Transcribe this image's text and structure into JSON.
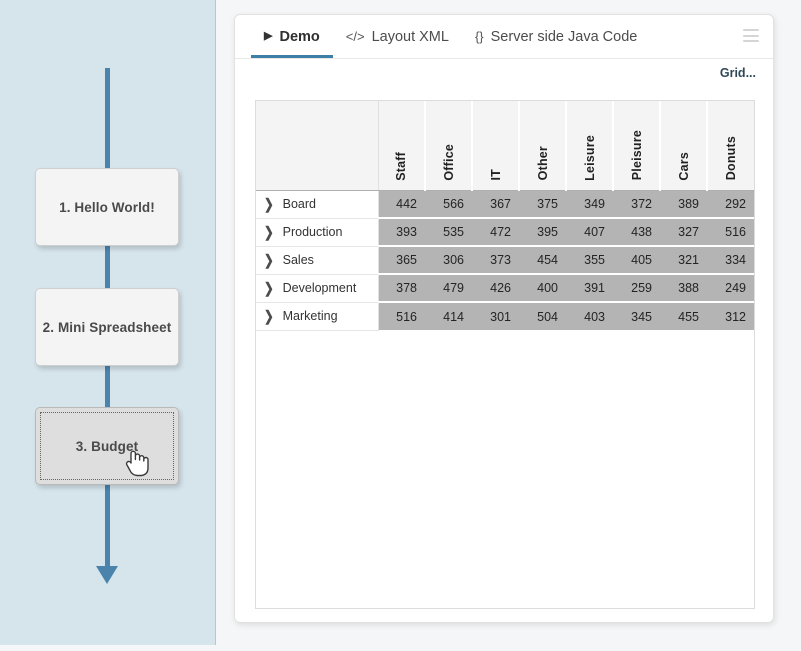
{
  "sidebar": {
    "nodes": [
      {
        "label": "1. Hello World!",
        "selected": false
      },
      {
        "label": "2. Mini Spreadsheet",
        "selected": false
      },
      {
        "label": "3. Budget",
        "selected": true
      }
    ]
  },
  "card": {
    "tabs": [
      {
        "label": "Demo",
        "icon": "▶",
        "icon_name": "play-triangle-icon",
        "active": true
      },
      {
        "label": "Layout XML",
        "icon": "</>",
        "icon_name": "code-tag-icon",
        "active": false
      },
      {
        "label": "Server side Java Code",
        "icon": "{}",
        "icon_name": "curly-braces-icon",
        "active": false
      }
    ],
    "menu_icon": "hamburger-icon",
    "grid_link": "Grid..."
  },
  "colors": {
    "sidebar_bg": "#d6e4ec",
    "flow_line": "#4a84ad",
    "tab_active_underline": "#3d7ea6",
    "grid_link": "#2f4858",
    "data_cell_bg": "#b4b4b4",
    "header_cell_bg": "#f4f4f4",
    "node_bg": "#f4f4f4",
    "node_selected_bg": "#dedede"
  },
  "chart_data": {
    "type": "table",
    "title": "Budget",
    "corner_label": "",
    "row_expand_icon": "❯",
    "categories": [
      "Staff",
      "Office",
      "IT",
      "Other",
      "Leisure",
      "Pleisure",
      "Cars",
      "Donuts"
    ],
    "rows": [
      {
        "label": "Board",
        "values": [
          442,
          566,
          367,
          375,
          349,
          372,
          389,
          292
        ]
      },
      {
        "label": "Production",
        "values": [
          393,
          535,
          472,
          395,
          407,
          438,
          327,
          516
        ]
      },
      {
        "label": "Sales",
        "values": [
          365,
          306,
          373,
          454,
          355,
          405,
          321,
          334
        ]
      },
      {
        "label": "Development",
        "values": [
          378,
          479,
          426,
          400,
          391,
          259,
          388,
          249
        ]
      },
      {
        "label": "Marketing",
        "values": [
          516,
          414,
          301,
          504,
          403,
          345,
          455,
          312
        ]
      }
    ]
  }
}
